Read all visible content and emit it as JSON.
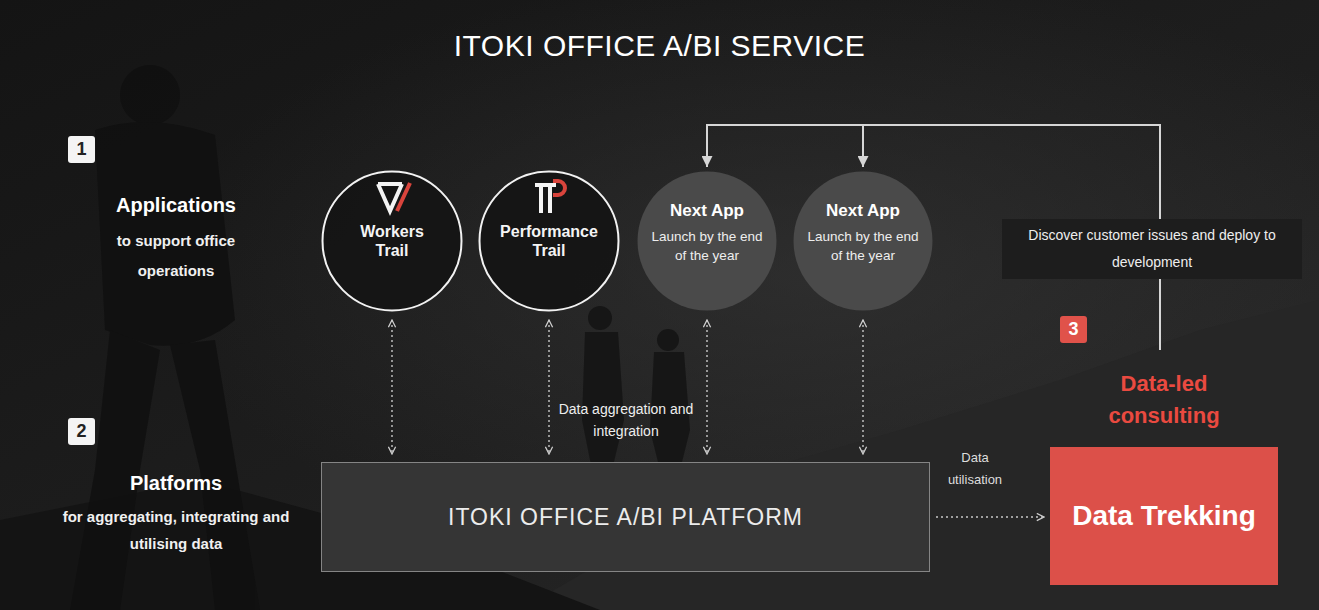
{
  "diagram": {
    "title": "ITOKI OFFICE A/BI SERVICE",
    "nodes": [
      {
        "text": [
          "Workers Trail"
        ]
      },
      {
        "text": [
          "Performance Trail"
        ]
      },
      {
        "text": [
          "Next App",
          "Launch by the end of the year"
        ]
      },
      {
        "text": [
          "Next App",
          "Launch by the end of the year"
        ]
      },
      {
        "text": [
          "ITOKI OFFICE A/BI PLATFORM"
        ]
      },
      {
        "text": [
          "Data-led consulting",
          "Data Trekking"
        ]
      }
    ],
    "edges": [
      {
        "from": 0,
        "to": 4,
        "arrow": "both"
      },
      {
        "from": 1,
        "to": 4,
        "arrow": "both"
      },
      {
        "from": 2,
        "to": 4,
        "arrow": "both"
      },
      {
        "from": 3,
        "to": 4,
        "arrow": "both"
      },
      {
        "from": 4,
        "to": 5,
        "label": "Data utilisation",
        "arrow": "to"
      },
      {
        "from": 5,
        "to": 2,
        "label": "Discover customer issues and deploy to development",
        "arrow": "to"
      },
      {
        "from": 5,
        "to": 3,
        "arrow": "to"
      }
    ],
    "labels": [
      "1",
      "Applications",
      "to support office operations",
      "2",
      "Platforms",
      "for aggregating, integrating and utilising data",
      "Data aggregation and integration",
      "3"
    ]
  }
}
